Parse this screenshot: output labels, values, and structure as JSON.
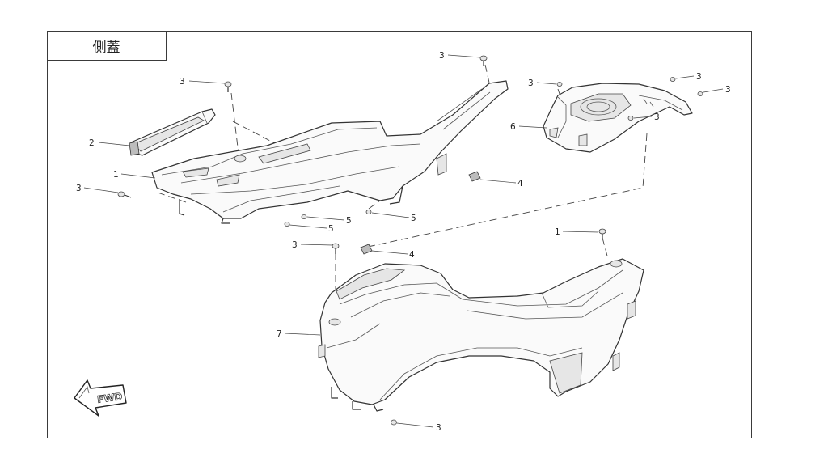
{
  "title": "側蓋",
  "fwd_label": "FWD",
  "callouts": [
    {
      "id": "c-3a",
      "label": "3"
    },
    {
      "id": "c-2",
      "label": "2"
    },
    {
      "id": "c-1a",
      "label": "1"
    },
    {
      "id": "c-3b",
      "label": "3"
    },
    {
      "id": "c-5a",
      "label": "5"
    },
    {
      "id": "c-5b",
      "label": "5"
    },
    {
      "id": "c-5c",
      "label": "5"
    },
    {
      "id": "c-3c",
      "label": "3"
    },
    {
      "id": "c-4a",
      "label": "4"
    },
    {
      "id": "c-3d",
      "label": "3"
    },
    {
      "id": "c-6",
      "label": "6"
    },
    {
      "id": "c-3e",
      "label": "3"
    },
    {
      "id": "c-3f",
      "label": "3"
    },
    {
      "id": "c-3g",
      "label": "3"
    },
    {
      "id": "c-3h",
      "label": "3"
    },
    {
      "id": "c-4b",
      "label": "4"
    },
    {
      "id": "c-1b",
      "label": "1"
    },
    {
      "id": "c-7",
      "label": "7"
    },
    {
      "id": "c-3i",
      "label": "3"
    }
  ]
}
